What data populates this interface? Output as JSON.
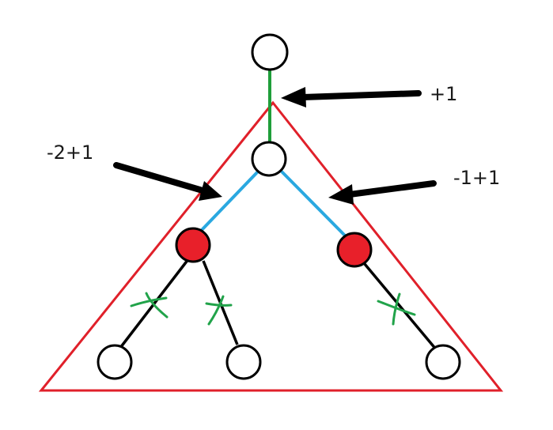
{
  "labels": {
    "top": "+1",
    "left": "-2+1",
    "right": "-1+1"
  },
  "colors": {
    "triangle": "#e0202a",
    "root_edge": "#1f9e3a",
    "inner_edge": "#2aa8e0",
    "leaf_edge": "#000000",
    "red_node": "#e8202a",
    "white_node": "#ffffff",
    "cross_mark": "#21a34a",
    "arrow": "#000000"
  }
}
